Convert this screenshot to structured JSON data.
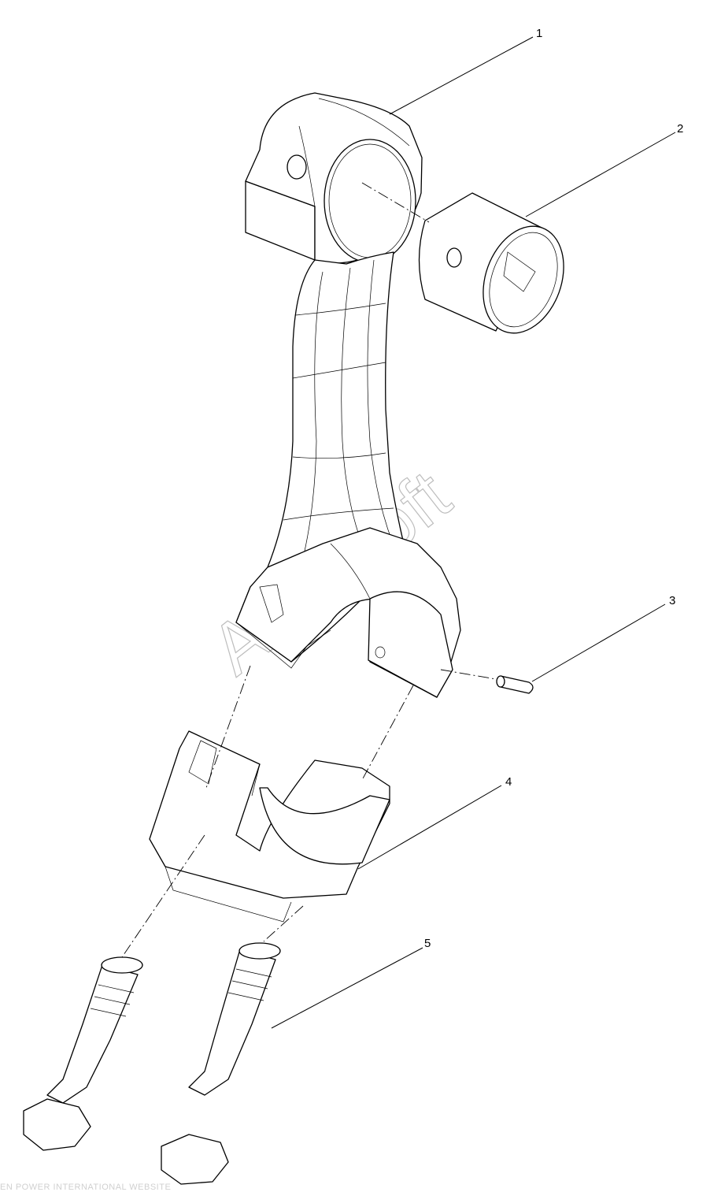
{
  "callouts": [
    {
      "number": "1",
      "part": "connecting-rod"
    },
    {
      "number": "2",
      "part": "small-end-bush"
    },
    {
      "number": "3",
      "part": "dowel-pin"
    },
    {
      "number": "4",
      "part": "bearing-cap"
    },
    {
      "number": "5",
      "part": "cap-bolt"
    }
  ],
  "watermark": "AutoSoft",
  "footer": "EN POWER INTERNATIONAL WEBSITE",
  "colors": {
    "line": "#000000",
    "background": "#ffffff",
    "watermark": "#bdbdbd"
  }
}
